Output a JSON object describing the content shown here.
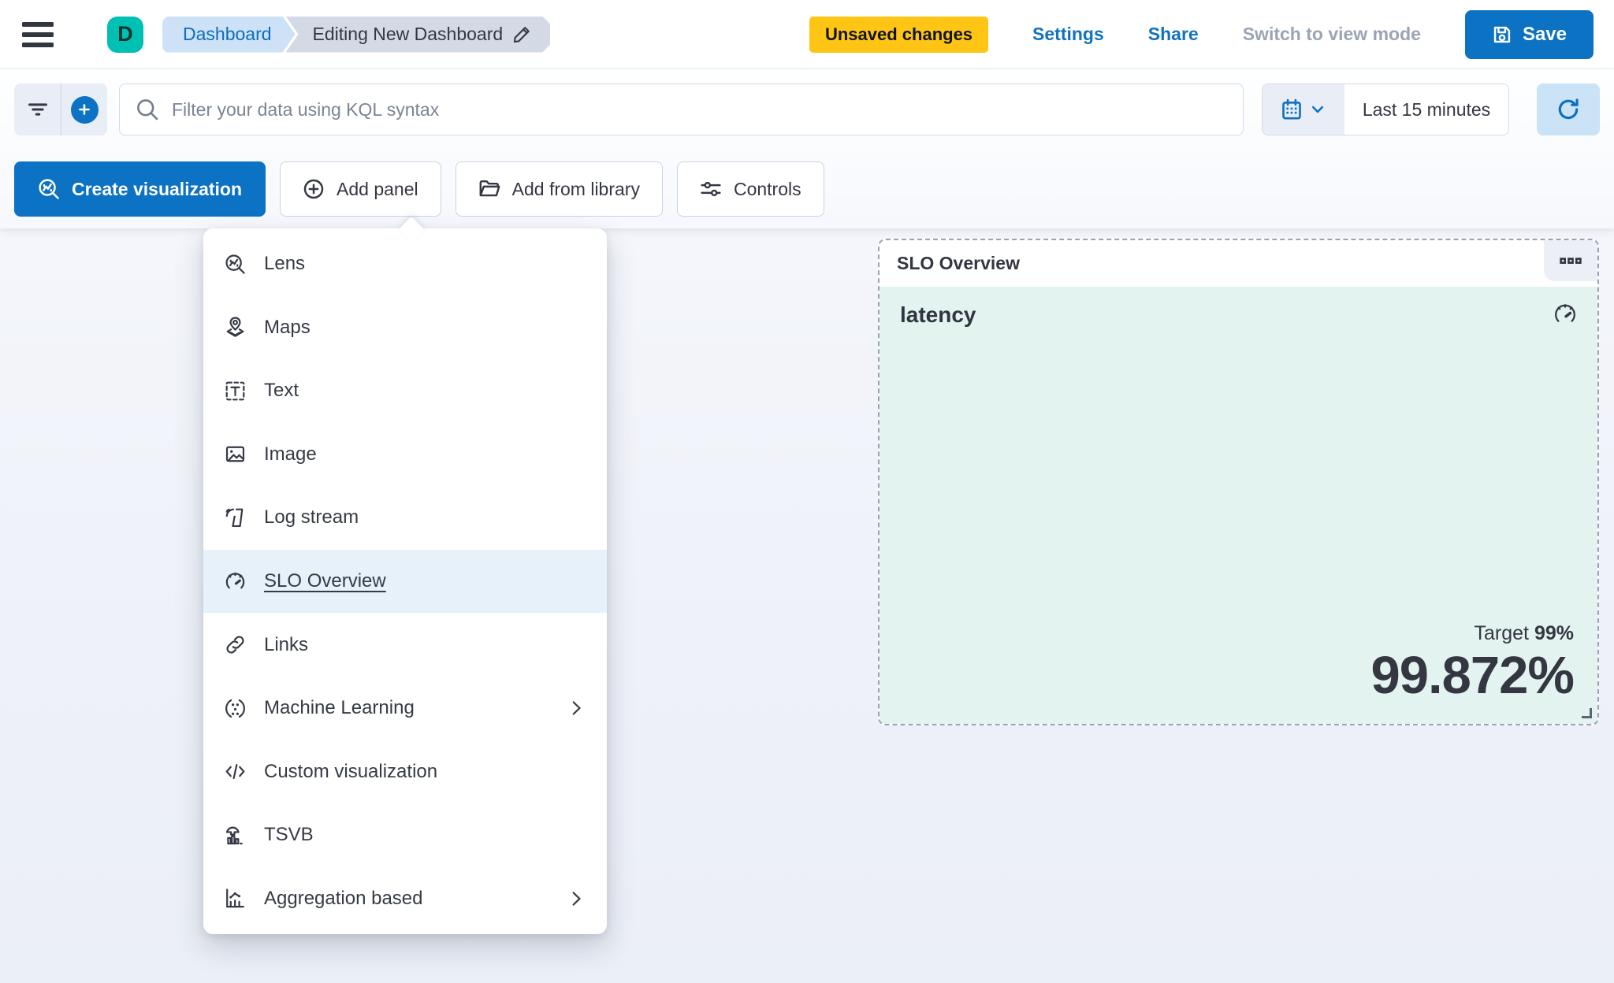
{
  "header": {
    "avatar_initial": "D",
    "breadcrumbs": {
      "root": "Dashboard",
      "current": "Editing New Dashboard"
    },
    "unsaved_badge": "Unsaved changes",
    "settings_label": "Settings",
    "share_label": "Share",
    "switch_view_label": "Switch to view mode",
    "save_label": "Save"
  },
  "query_bar": {
    "search_placeholder": "Filter your data using KQL syntax",
    "time_range_label": "Last 15 minutes"
  },
  "toolbar": {
    "create_visualization_label": "Create visualization",
    "add_panel_label": "Add panel",
    "add_from_library_label": "Add from library",
    "controls_label": "Controls"
  },
  "add_panel_menu": {
    "items": [
      {
        "label": "Lens",
        "icon": "lens-icon",
        "active": false,
        "has_submenu": false
      },
      {
        "label": "Maps",
        "icon": "maps-icon",
        "active": false,
        "has_submenu": false
      },
      {
        "label": "Text",
        "icon": "text-icon",
        "active": false,
        "has_submenu": false
      },
      {
        "label": "Image",
        "icon": "image-icon",
        "active": false,
        "has_submenu": false
      },
      {
        "label": "Log stream",
        "icon": "log-stream-icon",
        "active": false,
        "has_submenu": false
      },
      {
        "label": "SLO Overview",
        "icon": "gauge-icon",
        "active": true,
        "has_submenu": false
      },
      {
        "label": "Links",
        "icon": "link-icon",
        "active": false,
        "has_submenu": false
      },
      {
        "label": "Machine Learning",
        "icon": "machine-learning-icon",
        "active": false,
        "has_submenu": true
      },
      {
        "label": "Custom visualization",
        "icon": "code-icon",
        "active": false,
        "has_submenu": false
      },
      {
        "label": "TSVB",
        "icon": "tsvb-icon",
        "active": false,
        "has_submenu": false
      },
      {
        "label": "Aggregation based",
        "icon": "aggregation-icon",
        "active": false,
        "has_submenu": true
      }
    ]
  },
  "slo_panel": {
    "header_title": "SLO Overview",
    "slo_name": "latency",
    "target_label": "Target",
    "target_value": "99%",
    "sli_value": "99.872%"
  },
  "colors": {
    "primary_blue": "#0b72c4",
    "link_blue": "#1173bd",
    "badge_yellow": "#fec514",
    "avatar_teal": "#00bfb3",
    "panel_mint": "#e3f3ef",
    "breadcrumb_blue_bg": "#cde2f6",
    "breadcrumb_gray_bg": "#d3dae6",
    "menu_highlight_bg": "#e6f1fa",
    "refresh_btn_bg": "#cbe3f7",
    "text_dark": "#343741",
    "text_subdued": "#9aa4b5"
  }
}
